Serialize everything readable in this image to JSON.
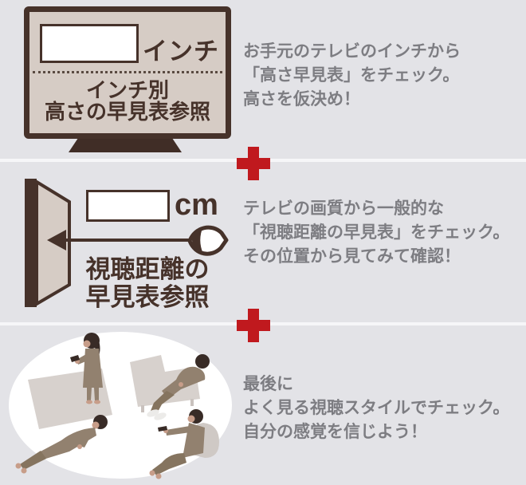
{
  "colors": {
    "bg": "#e3e3e7",
    "divider": "#f6f6f8",
    "accent": "#c0191e",
    "brown": "#46322a",
    "screen": "#d6ccc5",
    "stand": "#402d26",
    "gray": "#7d7d82",
    "dots": "#5a4a41",
    "white": "#ffffff",
    "sofa": "#d7d1cd",
    "sofa-leg": "#c9c2be",
    "cloth": "#92816f",
    "cloth-dark": "#85745f",
    "hair": "#382b26",
    "skin": "#c79d89",
    "beanbag": "#cfc9c5",
    "slipper": "#ecebe9"
  },
  "icons": {
    "plus": "plus-icon",
    "eye": "eye-icon",
    "arrow": "distance-arrow"
  },
  "operators": [
    {
      "symbol": "+"
    },
    {
      "symbol": "+"
    }
  ],
  "sections": [
    {
      "id": "step-1-tv-inch",
      "illustration": "tv-front-with-inch-box",
      "input_value": "",
      "unit_label": "インチ",
      "caption_lines": [
        "インチ別",
        "高さの早見表参照"
      ],
      "description_lines": [
        "お手元のテレビのインチから",
        "「高さ早見表」をチェック。",
        "高さを仮決め！"
      ]
    },
    {
      "id": "step-2-viewing-distance",
      "illustration": "tv-side-with-distance-arrow-and-eye",
      "input_value": "",
      "unit_label": "cm",
      "caption_lines": [
        "視聴距離の",
        "早見表参照"
      ],
      "description_lines": [
        "テレビの画質から一般的な",
        "「視聴距離の早見表」をチェック。",
        "その位置から見てみて確認！"
      ]
    },
    {
      "id": "step-3-viewing-style",
      "illustration": "people-lounging-on-sofas",
      "description_lines": [
        "最後に",
        "よく見る視聴スタイルでチェック。",
        "自分の感覚を信じよう！"
      ]
    }
  ]
}
